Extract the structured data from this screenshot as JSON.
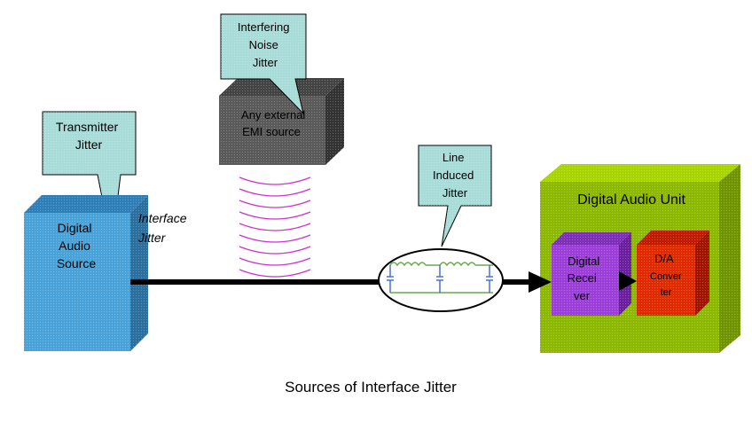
{
  "callouts": {
    "transmitter": [
      "Transmitter",
      "Jitter"
    ],
    "interfering": [
      "Interfering",
      "Noise",
      "Jitter"
    ],
    "line_induced": [
      "Line",
      "Induced",
      "Jitter"
    ]
  },
  "blocks": {
    "emi_source": [
      "Any external",
      "EMI source"
    ],
    "digital_audio_source": [
      "Digital",
      "Audio",
      "Source"
    ],
    "digital_audio_unit": "Digital Audio Unit",
    "digital_receiver": [
      "Digital",
      "Recei",
      "ver"
    ],
    "da_converter": [
      "D/A",
      "Conver",
      "ter"
    ]
  },
  "labels": {
    "interface_jitter": [
      "Interface",
      "Jitter"
    ]
  },
  "caption": "Sources of Interface Jitter",
  "colors": {
    "callout_fill": "#a8dcd8",
    "emi_front": "#5a5a5a",
    "emi_top": "#444444",
    "emi_side": "#333333",
    "source_front": "#4aa3d8",
    "source_top": "#2e7fb8",
    "source_side": "#2a6f9e",
    "unit_front": "#8db800",
    "unit_top": "#a8d400",
    "unit_side": "#6f9400",
    "receiver_front": "#9b3fd8",
    "receiver_top": "#7e2fb8",
    "receiver_side": "#6a1f9e",
    "converter_front": "#e02a00",
    "converter_top": "#c01a00",
    "converter_side": "#a01400",
    "noise_arc": "#cc33cc",
    "cable": "#000000"
  }
}
